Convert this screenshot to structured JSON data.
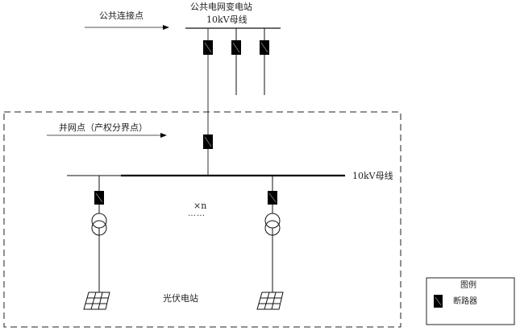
{
  "labels": {
    "public_connection_point": "公共连接点",
    "substation_title": "公共电网变电站",
    "substation_bus": "10kV母线",
    "grid_connection_point": "并网点（产权分界点）",
    "plant_bus": "10kV母线",
    "multiplier": "×n",
    "ellipsis": "……",
    "plant_name": "光伏电站"
  },
  "legend": {
    "title": "图例",
    "items": [
      {
        "icon": "breaker-icon",
        "label": "断路器"
      }
    ]
  },
  "colors": {
    "line": "#111111",
    "gray_line": "#777777",
    "breaker_fill": "#000000"
  }
}
